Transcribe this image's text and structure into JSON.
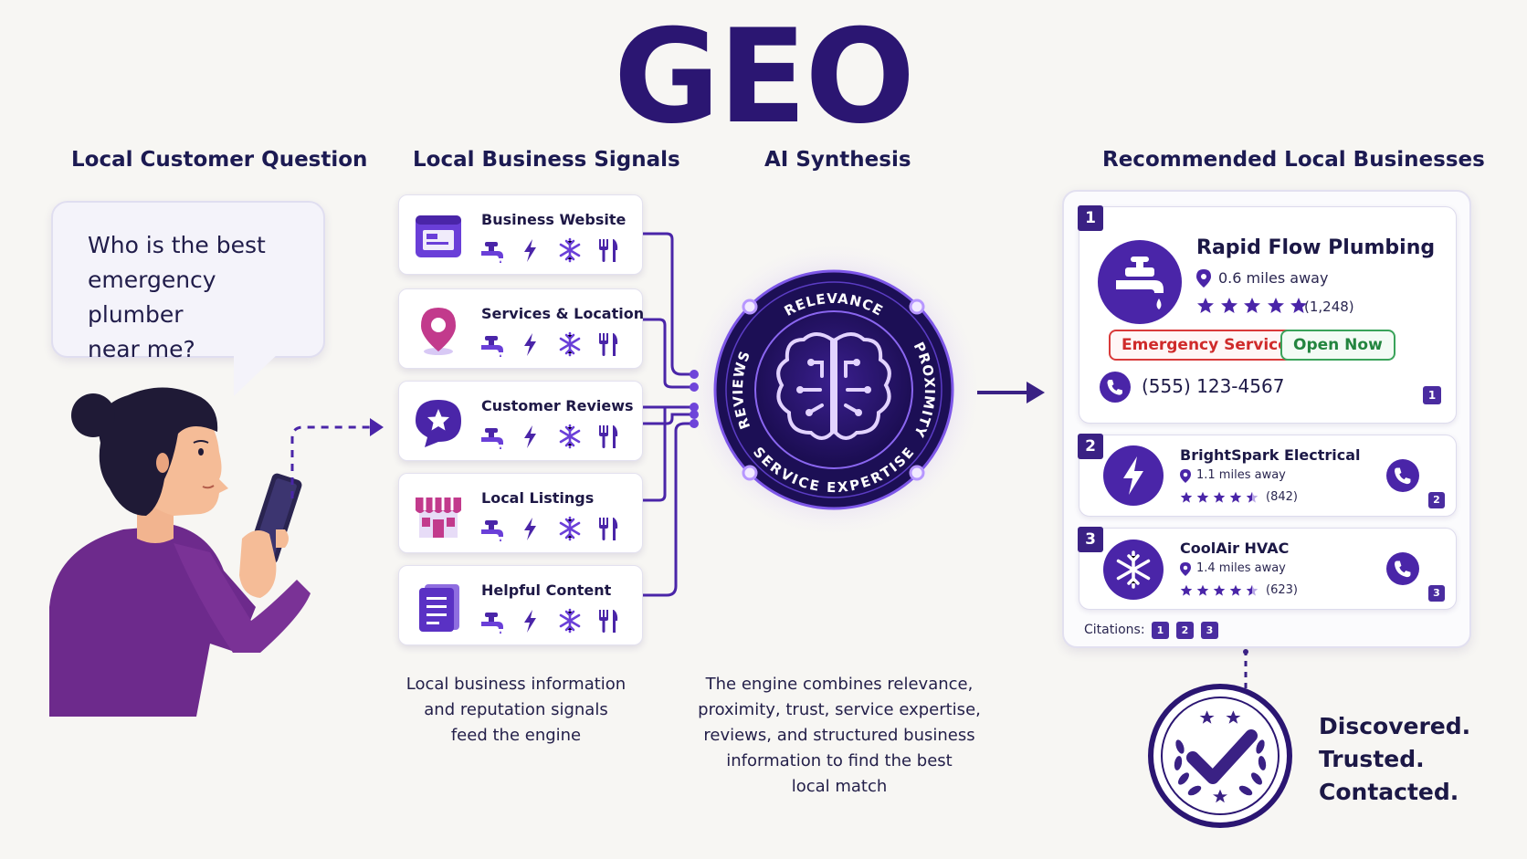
{
  "title": "GEO",
  "columns": {
    "question_heading": "Local Customer Question",
    "signals_heading": "Local Business Signals",
    "synthesis_heading": "AI Synthesis",
    "results_heading": "Recommended Local Businesses"
  },
  "question": {
    "line1": "Who is the best",
    "line2": "emergency plumber",
    "line3": "near me?"
  },
  "signals": [
    {
      "label": "Business Website",
      "icon": "browser-window-icon"
    },
    {
      "label": "Services & Location",
      "icon": "map-pin-icon"
    },
    {
      "label": "Customer Reviews",
      "icon": "star-chat-icon"
    },
    {
      "label": "Local Listings",
      "icon": "storefront-icon"
    },
    {
      "label": "Helpful Content",
      "icon": "document-icon"
    }
  ],
  "signal_mini_icons": [
    "faucet-icon",
    "lightning-icon",
    "snowflake-icon",
    "fork-knife-icon"
  ],
  "signals_caption": {
    "line1": "Local business information",
    "line2": "and reputation signals",
    "line3": "feed the engine"
  },
  "engine": {
    "labels": {
      "top": "RELEVANCE",
      "right": "PROXIMITY",
      "bottom": "SERVICE EXPERTISE",
      "left": "REVIEWS"
    },
    "center_icon": "brain-circuit-icon"
  },
  "engine_caption": {
    "line1": "The engine combines relevance,",
    "line2": "proximity, trust, service expertise,",
    "line3": "reviews, and structured business",
    "line4": "information to find the best",
    "line5": "local match"
  },
  "results": [
    {
      "rank": "1",
      "name": "Rapid Flow Plumbing",
      "distance": "0.6 miles away",
      "rating_stars": 5,
      "reviews": "(1,248)",
      "tags": [
        "Emergency Service",
        "Open Now"
      ],
      "phone": "(555) 123-4567",
      "citation": "1",
      "icon": "faucet-icon",
      "color": "#4a25a8"
    },
    {
      "rank": "2",
      "name": "BrightSpark Electrical",
      "distance": "1.1 miles away",
      "rating_stars": 4.5,
      "reviews": "(842)",
      "citation": "2",
      "icon": "lightning-icon",
      "color": "#4a25a8"
    },
    {
      "rank": "3",
      "name": "CoolAir HVAC",
      "distance": "1.4 miles away",
      "rating_stars": 4.5,
      "reviews": "(623)",
      "citation": "3",
      "icon": "snowflake-icon",
      "color": "#4a25a8"
    }
  ],
  "citations": {
    "label": "Citations:",
    "items": [
      "1",
      "2",
      "3"
    ]
  },
  "tagline": {
    "line1": "Discovered.",
    "line2": "Trusted.",
    "line3": "Contacted."
  },
  "colors": {
    "primary": "#3a2184",
    "accent": "#6a3fd8",
    "background": "#f7f6f3",
    "emergency": "#d93a3a",
    "open": "#3aa35a"
  }
}
